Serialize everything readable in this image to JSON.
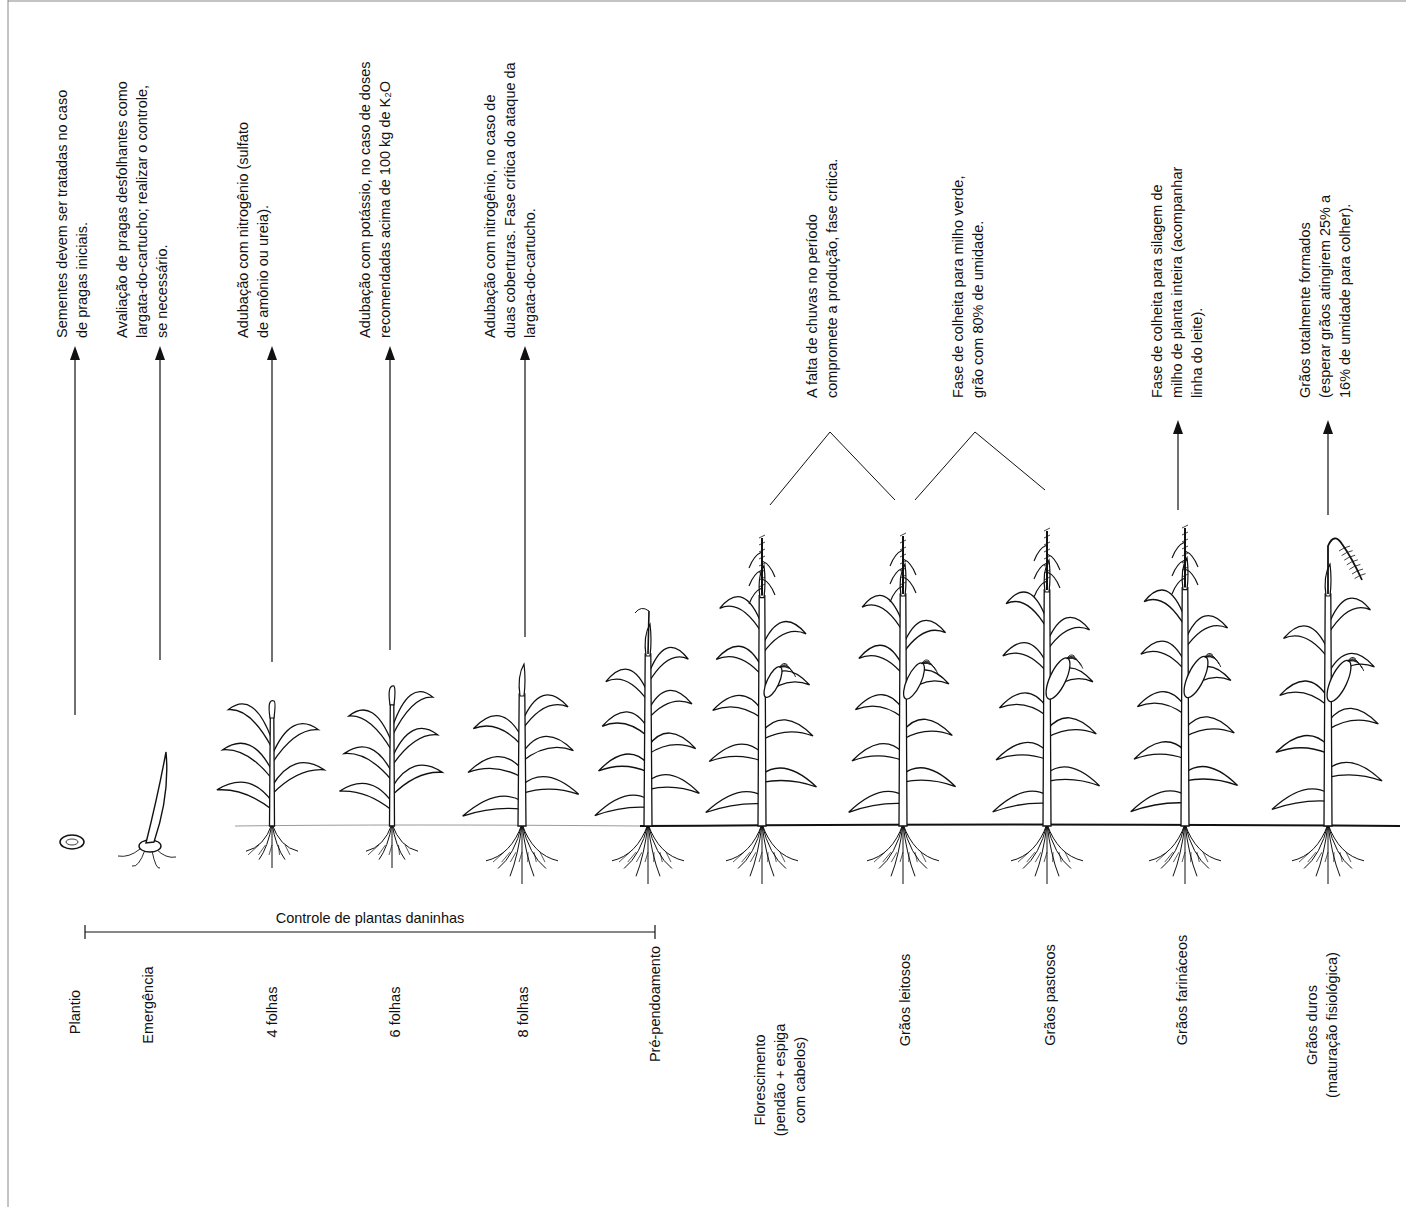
{
  "diagram": {
    "labels": [
      "Sementes devem ser tratadas no caso de pragas iniciais.",
      "Avaliação de pragas desfolhantes como largata-do-cartucho; realizar o controle, se necessário.",
      "Adubação com nitrogênio (sulfato de amônio ou ureia).",
      "Adubação com potássio, no caso de doses recomendadas acima de 100 kg de K₂O",
      "Adubação com nitrogênio, no caso de duas coberturas. Fase crítica do ataque da largata-do-cartucho.",
      "A falta de chuvas no período compromete a produção, fase crítica.",
      "Fase de colheita para milho verde, grão com 80% de umidade.",
      "Fase de colheita para silagem de milho de planta inteira (acompanhar linha do leite).",
      "Grãos totalmente formados (esperar grãos atingirem 25% a 16% de umidade para colher).",
      "Controle de plantas daninhas",
      "Plantio",
      "Emergência",
      "4 folhas",
      "6 folhas",
      "8 folhas",
      "Pré-pendoamento",
      "Florescimento (pendão + espiga com cabelos)",
      "Grãos leitosos",
      "Grãos pastosos",
      "Grãos farináceos",
      "Grãos duros (maturação fisiológica)"
    ]
  }
}
